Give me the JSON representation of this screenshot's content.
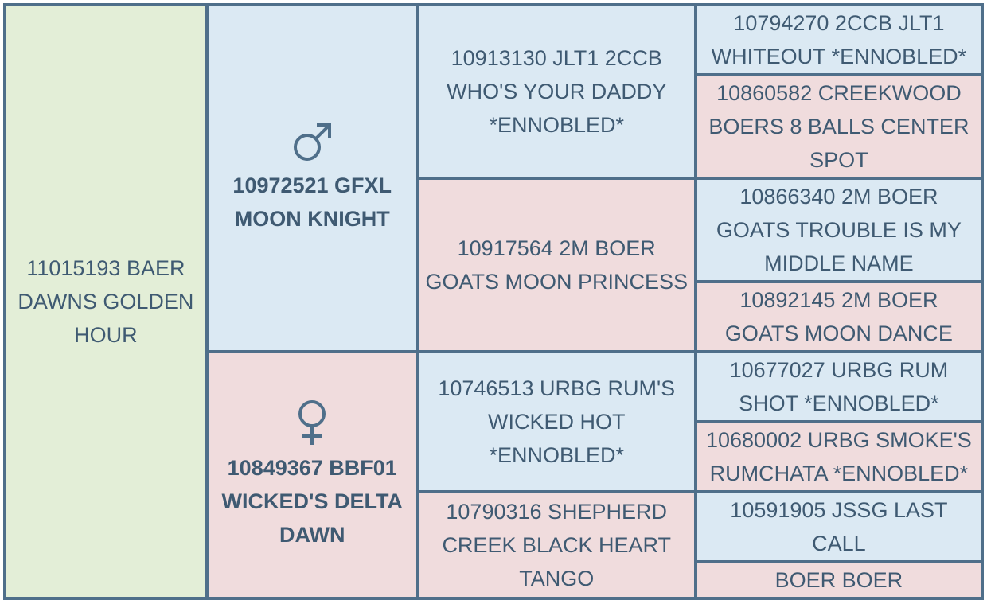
{
  "subject": {
    "name": "11015193 BAER DAWNS GOLDEN HOUR"
  },
  "sire": {
    "symbol": "male-symbol-icon",
    "name": "10972521 GFXL MOON KNIGHT",
    "sire": {
      "name": "10913130 JLT1 2CCB WHO'S YOUR DADDY *ENNOBLED*",
      "sire": {
        "name": "10794270 2CCB JLT1 WHITEOUT *ENNOBLED*"
      },
      "dam": {
        "name": "10860582 CREEKWOOD BOERS 8 BALLS CENTER SPOT"
      }
    },
    "dam": {
      "name": "10917564 2M BOER GOATS MOON PRINCESS",
      "sire": {
        "name": "10866340 2M BOER GOATS TROUBLE IS MY MIDDLE NAME"
      },
      "dam": {
        "name": "10892145 2M BOER GOATS MOON DANCE"
      }
    }
  },
  "dam": {
    "symbol": "female-symbol-icon",
    "name": "10849367 BBF01 WICKED'S DELTA DAWN",
    "sire": {
      "name": "10746513 URBG RUM'S WICKED HOT *ENNOBLED*",
      "sire": {
        "name": "10677027 URBG RUM SHOT *ENNOBLED*"
      },
      "dam": {
        "name": "10680002 URBG SMOKE'S RUMCHATA *ENNOBLED*"
      }
    },
    "dam": {
      "name": "10790316 SHEPHERD CREEK BLACK HEART TANGO",
      "sire": {
        "name": "10591905 JSSG LAST CALL"
      },
      "dam": {
        "name": "BOER BOER"
      }
    }
  },
  "colors": {
    "border": "#4f6f8a",
    "text": "#3f5a72",
    "subject_bg": "#e3eed7",
    "male_bg": "#dbe9f3",
    "female_bg": "#f0dcdd"
  }
}
